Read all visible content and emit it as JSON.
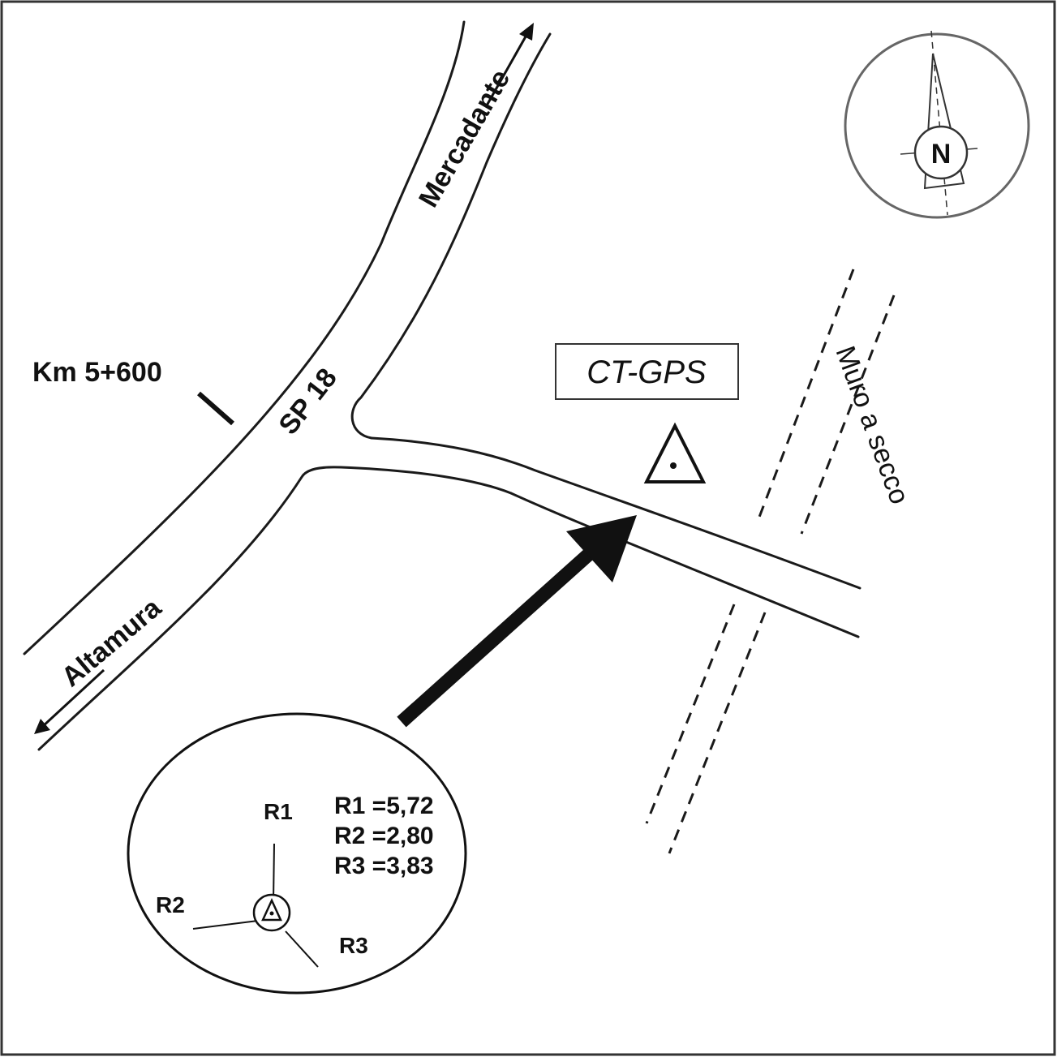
{
  "map": {
    "road_name": "SP 18",
    "kilometer_mark": "Km 5+600",
    "direction_north_label": "Mercadante",
    "direction_south_label": "Altamura",
    "station_label": "CT-GPS",
    "wall_label": "Muro a secco",
    "compass_label": "N"
  },
  "detail": {
    "reference_labels": [
      "R1",
      "R2",
      "R3"
    ],
    "distances": [
      "R1 =5,72",
      "R2 =2,80",
      "R3 =3,83"
    ]
  }
}
